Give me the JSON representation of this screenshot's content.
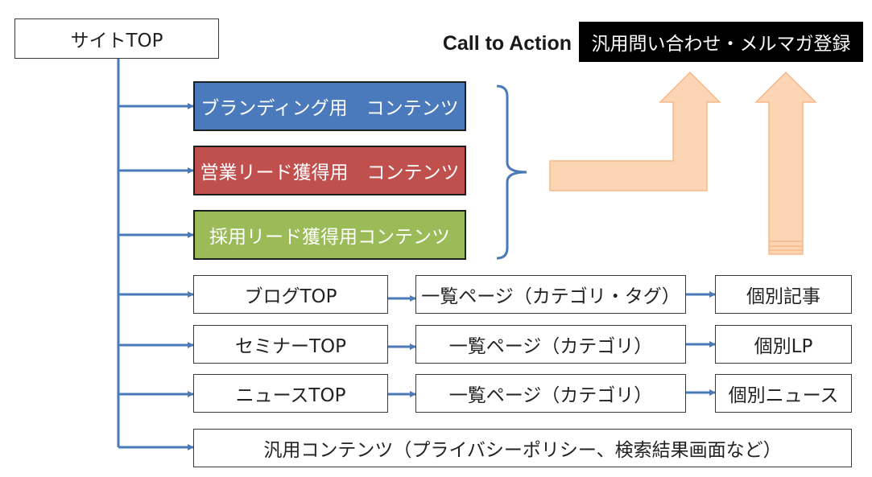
{
  "colors": {
    "connector": "#4a7ab8",
    "branding": "#4a7abc",
    "sales": "#c0504d",
    "recruit": "#9bbb59",
    "cta_arrow_fill": "#fcd5b4",
    "cta_arrow_stroke": "#f6b889",
    "bracket": "#4a7ab8"
  },
  "diagram": {
    "root": {
      "label": "サイトTOP"
    },
    "cta": {
      "heading": "Call to Action",
      "label": "汎用問い合わせ・メルマガ登録"
    },
    "featured": [
      {
        "label": "ブランディング用　コンテンツ"
      },
      {
        "label": "営業リード獲得用　コンテンツ"
      },
      {
        "label": "採用リード獲得用コンテンツ"
      }
    ],
    "sections": [
      {
        "top": "ブログTOP",
        "list": "一覧ページ（カテゴリ・タグ）",
        "detail": "個別記事"
      },
      {
        "top": "セミナーTOP",
        "list": "一覧ページ（カテゴリ）",
        "detail": "個別LP"
      },
      {
        "top": "ニュースTOP",
        "list": "一覧ページ（カテゴリ）",
        "detail": "個別ニュース"
      }
    ],
    "general": {
      "label": "汎用コンテンツ（プライバシーポリシー、検索結果画面など）"
    }
  }
}
